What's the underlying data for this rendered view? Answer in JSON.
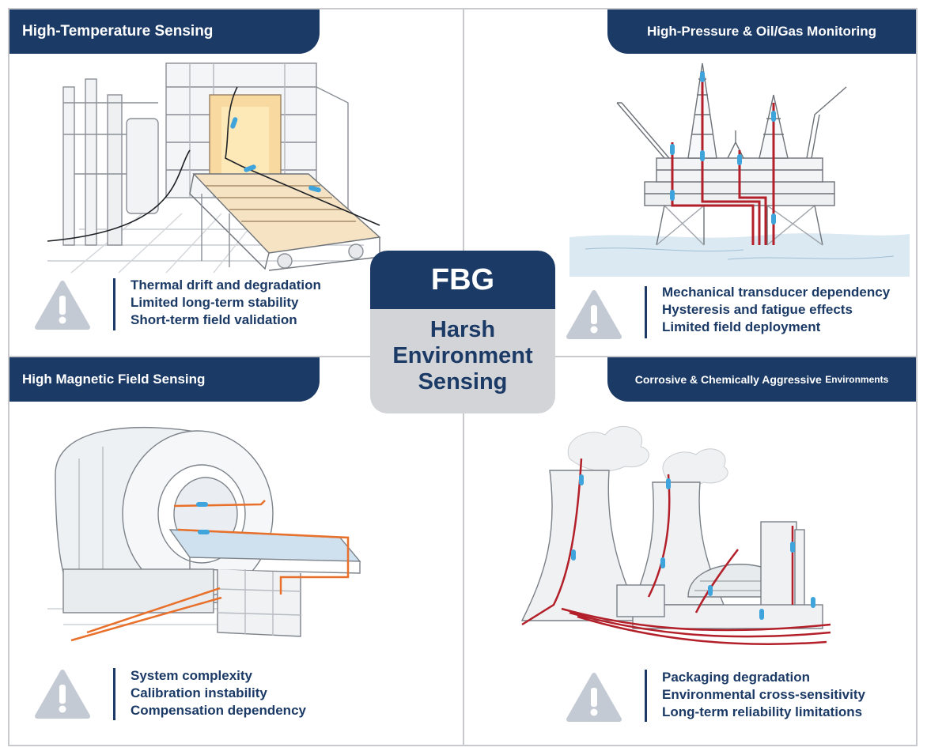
{
  "center": {
    "heading": "FBG",
    "subtitle_lines": [
      "Harsh",
      "Environment",
      "Sensing"
    ]
  },
  "panels": [
    {
      "title": "High-Temperature Sensing",
      "illustration": "furnace-illustration",
      "items": [
        "Thermal drift and degradation",
        "Limited long-term stability",
        "Short-term field validation"
      ]
    },
    {
      "title": "High-Pressure & Oil/Gas Monitoring",
      "illustration": "oil-rig-illustration",
      "items": [
        "Mechanical transducer dependency",
        "Hysteresis and fatigue effects",
        "Limited field deployment"
      ]
    },
    {
      "title": "High Magnetic Field Sensing",
      "illustration": "mri-scanner-illustration",
      "items": [
        "System complexity",
        "Calibration instability",
        "Compensation dependency"
      ]
    },
    {
      "title_main": "Corrosive & Chemically Aggressive",
      "title_tail": "Environments",
      "illustration": "nuclear-plant-illustration",
      "items": [
        "Packaging degradation",
        "Environmental cross-sensitivity",
        "Long-term reliability limitations"
      ]
    }
  ],
  "icons": {
    "warning": "warning-triangle-icon"
  },
  "colors": {
    "navy": "#1b3a66",
    "center_grey": "#d2d4d8",
    "warning_grey": "#c4cad3",
    "fiber_red": "#b3202a",
    "fiber_orange": "#e8702a",
    "sensor_blue": "#3fa3dc"
  }
}
